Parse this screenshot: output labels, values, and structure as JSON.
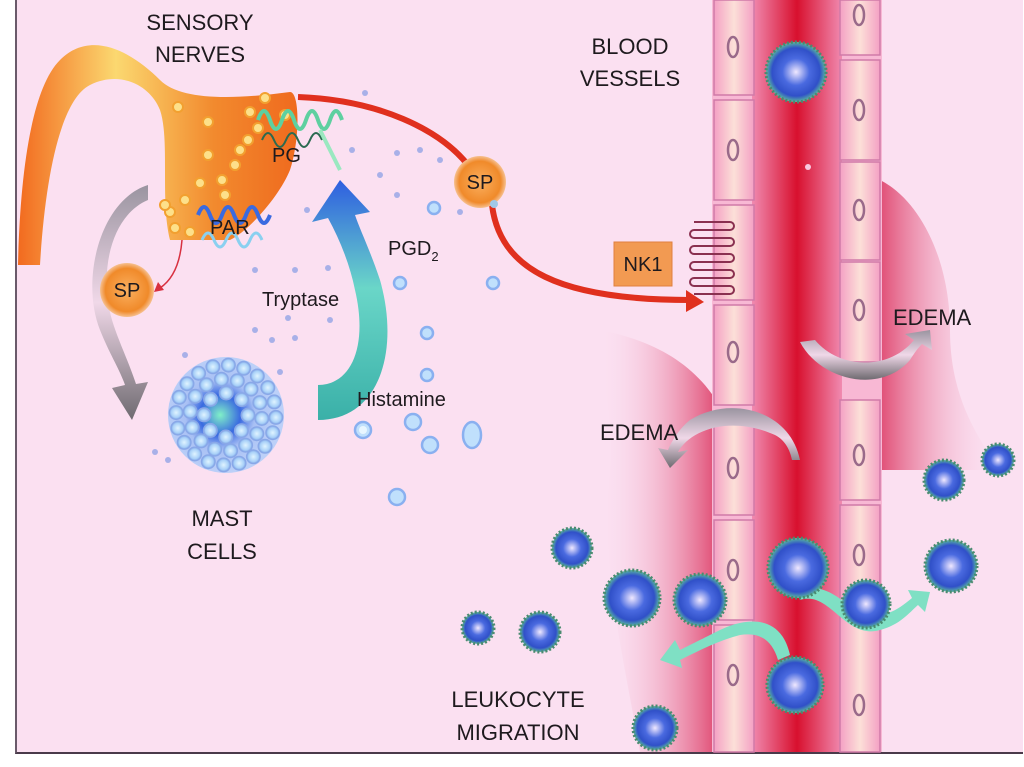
{
  "diagram": {
    "labels": {
      "sensory_nerves": [
        "SENSORY",
        "NERVES"
      ],
      "blood_vessels": [
        "BLOOD",
        "VESSELS"
      ],
      "mast_cells": [
        "MAST",
        "CELLS"
      ],
      "leukocyte_migration": [
        "LEUKOCYTE",
        "MIGRATION"
      ],
      "edema_left": "EDEMA",
      "edema_right": "EDEMA",
      "pg": "PG",
      "par": "PAR",
      "pgd2_base": "PGD",
      "pgd2_sub": "2",
      "tryptase": "Tryptase",
      "histamine": "Histamine",
      "sp_upper": "SP",
      "sp_lower": "SP",
      "nk1": "NK1"
    },
    "colors": {
      "background": "#fbe0f1",
      "nerve_orange": "#f07a2a",
      "nerve_yellow": "#fbd870",
      "sp_arrow_red": "#e0301e",
      "vessel_red": "#d8102e",
      "vessel_wall_pink": "#f3a6c6",
      "mast_cell_blue": "#9bb8f0",
      "leukocyte_blue": "#3a5ad8",
      "teal_arrow": "#7fe0c4",
      "grey_arrow": "#a8a0ac",
      "nk1_box": "#f29a52"
    }
  }
}
